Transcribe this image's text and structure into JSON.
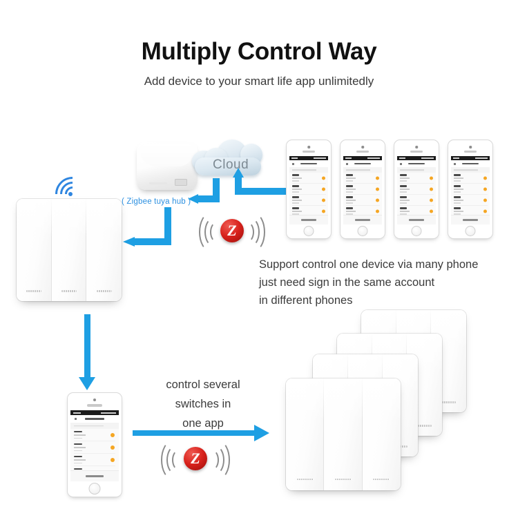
{
  "page": {
    "title": "Multiply Control Way",
    "subtitle": "Add device to your smart life app unlimitedly",
    "background_color": "#ffffff",
    "accent_blue": "#1e9fe3",
    "label_blue": "#2b8fe0",
    "zigbee_red": "#d8221c",
    "toggle_orange": "#f5a623"
  },
  "diagram": {
    "hub": {
      "label": "( Zigbee tuya hub )",
      "device_type": "zigbee-gateway-hub"
    },
    "cloud": {
      "label": "Cloud"
    },
    "wifi_icon": {
      "name": "wifi-icon",
      "color": "#2f86e0"
    },
    "zigbee_badge": {
      "glyph": "Z",
      "name": "zigbee-signal-icon"
    },
    "wall_switch": {
      "name": "wall-switch-3-gang",
      "gangs": 3
    },
    "switch_stack": {
      "name": "wall-switch-stack",
      "count": 4
    },
    "captions": {
      "multi_phone": [
        "Support control one device via many phone",
        "just need sign in the same account",
        "in different phones"
      ],
      "multi_switch": [
        "control several",
        "switches in",
        "one app"
      ]
    },
    "arrows": [
      {
        "name": "arrow-phones-to-cloud",
        "direction": "up"
      },
      {
        "name": "arrow-cloud-to-hub",
        "direction": "left"
      },
      {
        "name": "arrow-hub-to-switch",
        "direction": "left-down"
      },
      {
        "name": "arrow-switch-to-phone",
        "direction": "down"
      },
      {
        "name": "arrow-phone-to-switch-stack",
        "direction": "right"
      }
    ],
    "phones": {
      "top_row_count": 4,
      "bottom_count": 1,
      "app_screen": {
        "name": "smart-life-schedule-screen",
        "rows": 4,
        "toggle_color": "#f5a623"
      }
    }
  }
}
